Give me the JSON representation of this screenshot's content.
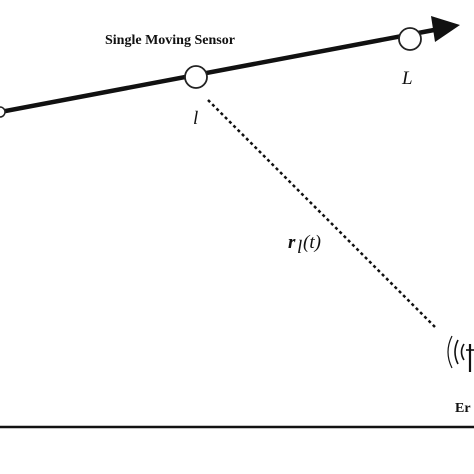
{
  "diagram": {
    "title": "Single Moving Sensor",
    "node_l_label": "l",
    "node_L_label": "L",
    "range_label_main": "r",
    "range_label_sub": "l",
    "range_label_arg": "(t)",
    "emitter_label_partial": "Er"
  },
  "colors": {
    "line": "#111111",
    "node_fill": "#ffffff",
    "node_stroke": "#222222",
    "background": "#ffffff"
  },
  "icons": {
    "emitter": "radio-emitter-icon"
  }
}
